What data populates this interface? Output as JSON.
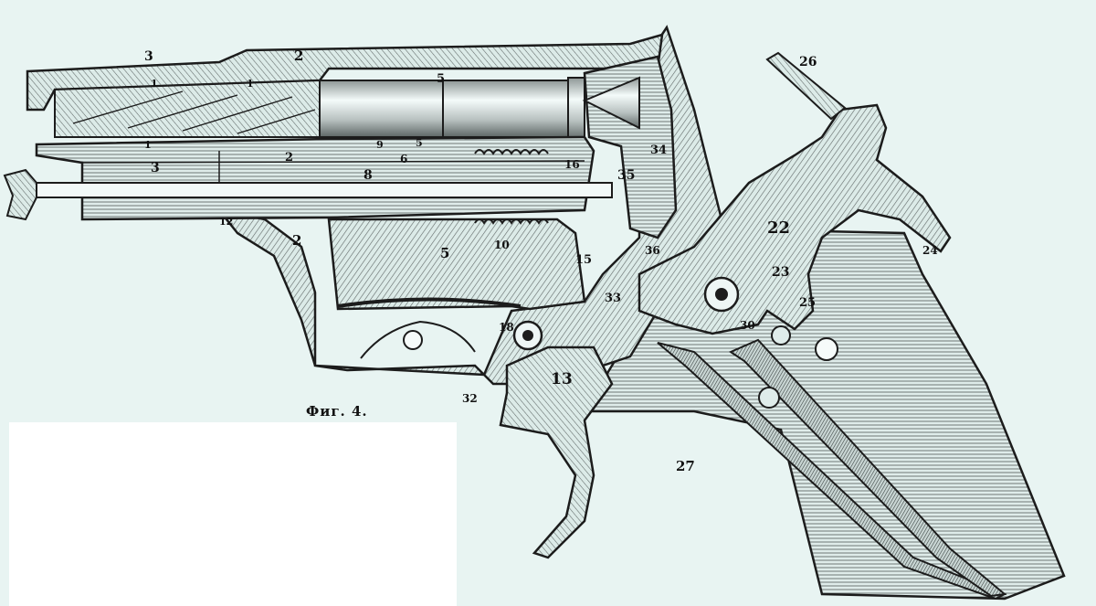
{
  "figure": {
    "caption": "Фиг. 4.",
    "colors": {
      "paper": "#e8f4f2",
      "ink": "#1c1c1c",
      "hatch": "#6f7776"
    },
    "part_labels": [
      {
        "id": "l3a",
        "text": "3"
      },
      {
        "id": "l2a",
        "text": "2"
      },
      {
        "id": "l5a",
        "text": "5"
      },
      {
        "id": "l1a",
        "text": "1"
      },
      {
        "id": "l1b",
        "text": "1"
      },
      {
        "id": "l1c",
        "text": "1"
      },
      {
        "id": "l3b",
        "text": "3"
      },
      {
        "id": "l2b",
        "text": "2"
      },
      {
        "id": "l9",
        "text": "9"
      },
      {
        "id": "l5b",
        "text": "5"
      },
      {
        "id": "l6",
        "text": "6"
      },
      {
        "id": "l8",
        "text": "8"
      },
      {
        "id": "l16",
        "text": "16"
      },
      {
        "id": "l35",
        "text": "35"
      },
      {
        "id": "l34",
        "text": "34"
      },
      {
        "id": "l12",
        "text": "12"
      },
      {
        "id": "l2c",
        "text": "2"
      },
      {
        "id": "l5c",
        "text": "5"
      },
      {
        "id": "l10",
        "text": "10"
      },
      {
        "id": "l15",
        "text": "15"
      },
      {
        "id": "l36",
        "text": "36"
      },
      {
        "id": "l33",
        "text": "33"
      },
      {
        "id": "l22",
        "text": "22"
      },
      {
        "id": "l23",
        "text": "23"
      },
      {
        "id": "l25",
        "text": "25"
      },
      {
        "id": "l24",
        "text": "24"
      },
      {
        "id": "l26",
        "text": "26"
      },
      {
        "id": "l30",
        "text": "30"
      },
      {
        "id": "l18",
        "text": "18"
      },
      {
        "id": "l13",
        "text": "13"
      },
      {
        "id": "l32",
        "text": "32"
      },
      {
        "id": "l27",
        "text": "27"
      }
    ]
  }
}
